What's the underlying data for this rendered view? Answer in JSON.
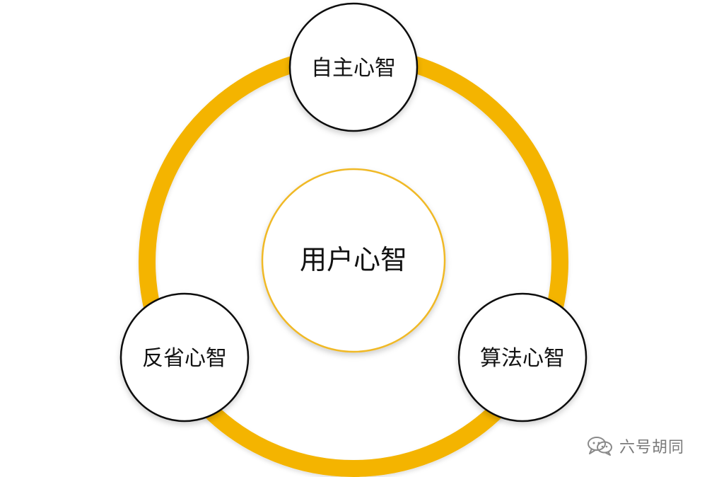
{
  "diagram": {
    "center_label": "用户心智",
    "nodes": [
      {
        "key": "top",
        "label": "自主心智"
      },
      {
        "key": "left",
        "label": "反省心智"
      },
      {
        "key": "right",
        "label": "算法心智"
      }
    ],
    "colors": {
      "ring": "#f4b400",
      "center_border": "#f0b928",
      "node_border": "#111111",
      "background": "#ffffff"
    }
  },
  "watermark": {
    "icon": "wechat-icon",
    "text": "六号胡同"
  }
}
